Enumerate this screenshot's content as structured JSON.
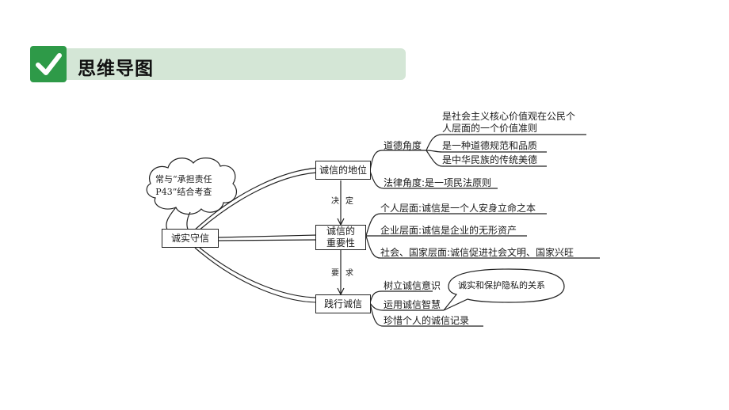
{
  "header": {
    "title": "思维导图",
    "icon": "check-icon",
    "accent": "#2e9a48",
    "band": "#d4e6d6"
  },
  "center": "诚实守信",
  "cloud_note": [
    "常与“承担责任",
    "P43”结合考查"
  ],
  "relations": {
    "decide": "决定",
    "require": "要求"
  },
  "branches": {
    "status": {
      "label": "诚信的地位",
      "moral": "道德角度",
      "moral_items": [
        "是社会主义核心价值观在公民个",
        "人层面的一个价值准则",
        "是一种道德规范和品质",
        "是中华民族的传统美德"
      ],
      "legal": "法律角度:是一项民法原则"
    },
    "importance": {
      "label": [
        "诚信的",
        "重要性"
      ],
      "items": [
        "个人层面:诚信是一个人安身立命之本",
        "企业层面:诚信是企业的无形资产",
        "社会、国家层面:诚信促进社会文明、国家兴旺"
      ]
    },
    "practice": {
      "label": "践行诚信",
      "items": [
        "树立诚信意识",
        "运用诚信智慧",
        "珍惜个人的诚信记录"
      ],
      "bubble": "诚实和保护隐私的关系"
    }
  }
}
